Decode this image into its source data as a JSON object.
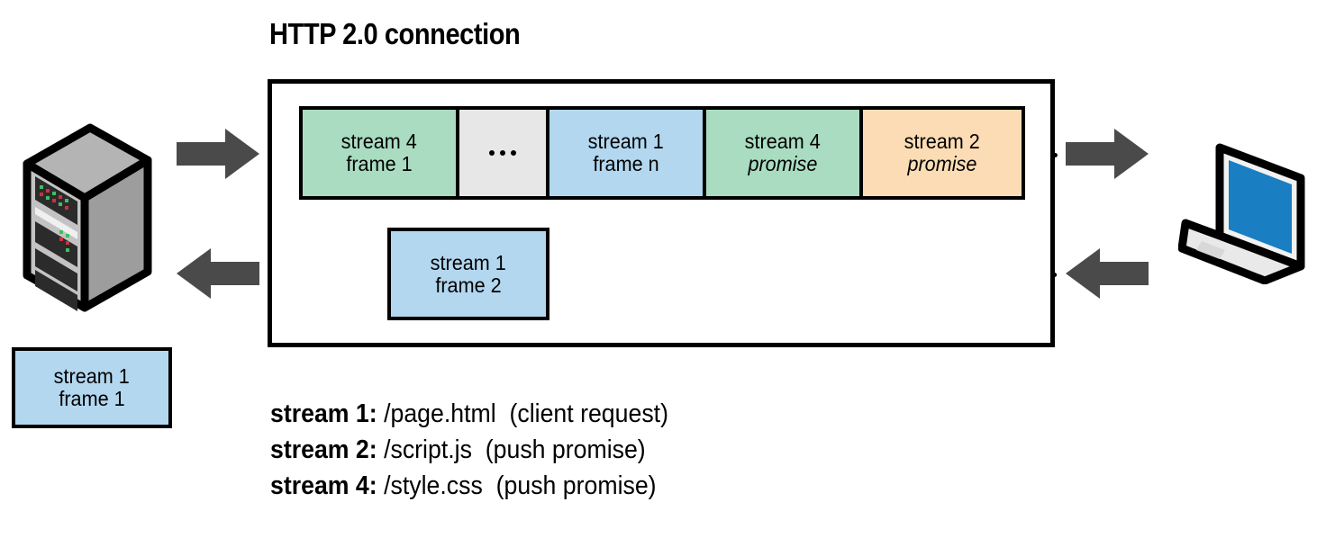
{
  "title": "HTTP 2.0 connection",
  "diagram": {
    "colors": {
      "green": "#a9dcc0",
      "blue": "#b2d7ef",
      "orange": "#fbdcb4",
      "gray": "#e7e7e7",
      "arrow": "#4a4a4a",
      "outline": "#000000",
      "laptop_screen": "#1a7ec2",
      "server_body": "#9a9a9a"
    },
    "frame_strip": [
      {
        "id": "frame-stream4-frame1",
        "line1": "stream 4",
        "line2": "frame 1",
        "color": "green",
        "italic": false,
        "width": 174
      },
      {
        "id": "frame-ellipsis",
        "line1": "",
        "line2": "…",
        "color": "gray",
        "italic": false,
        "width": 100
      },
      {
        "id": "frame-stream1-framen",
        "line1": "stream 1",
        "line2": "frame n",
        "color": "blue",
        "italic": false,
        "width": 174
      },
      {
        "id": "frame-stream4-promise",
        "line1": "stream 4",
        "line2": "promise",
        "color": "green",
        "italic": true,
        "width": 174
      },
      {
        "id": "frame-stream2-promise",
        "line1": "stream 2",
        "line2": "promise",
        "color": "orange",
        "italic": true,
        "width": 176
      }
    ],
    "return_frame": {
      "line1": "stream 1",
      "line2": "frame 2",
      "color": "blue"
    },
    "standalone_frame": {
      "line1": "stream 1",
      "line2": "frame 1",
      "color": "blue"
    },
    "arrows": [
      {
        "id": "arrow-server-in",
        "direction": "right"
      },
      {
        "id": "arrow-client-out",
        "direction": "right"
      },
      {
        "id": "arrow-server-back",
        "direction": "left"
      },
      {
        "id": "arrow-client-in",
        "direction": "left"
      }
    ],
    "endpoints": {
      "left": "server",
      "right": "laptop"
    }
  },
  "legend": [
    {
      "stream": "stream 1",
      "separator": ":",
      "resource": "/page.html",
      "note": "(client request)"
    },
    {
      "stream": "stream 2",
      "separator": ":",
      "resource": "/script.js",
      "note": "(push promise)"
    },
    {
      "stream": "stream 4",
      "separator": ":",
      "resource": "/style.css",
      "note": "(push promise)"
    }
  ]
}
